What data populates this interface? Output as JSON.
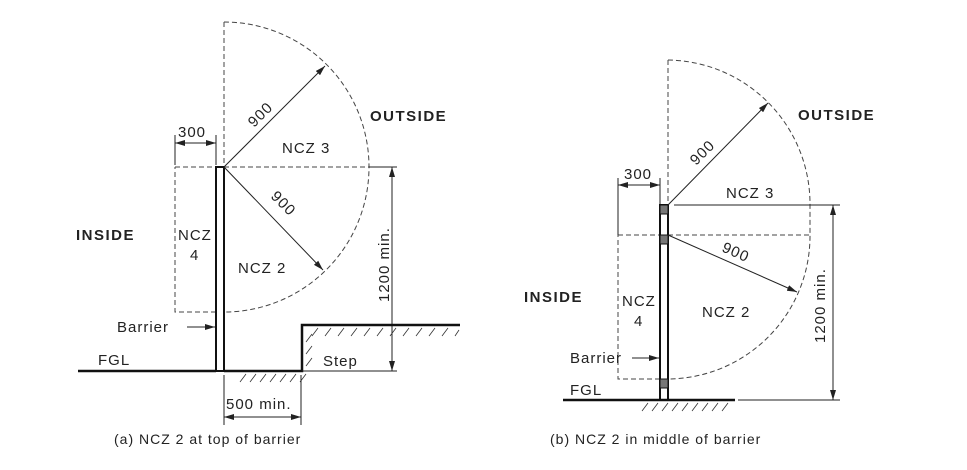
{
  "panel_a": {
    "caption": "(a) NCZ 2 at top of barrier",
    "inside": "INSIDE",
    "outside": "OUTSIDE",
    "ncz3": "NCZ 3",
    "ncz2": "NCZ 2",
    "ncz4_line1": "NCZ",
    "ncz4_line2": "4",
    "dim_300": "300",
    "radius_upper": "900",
    "radius_lower": "900",
    "height": "1200 min.",
    "step_width": "500 min.",
    "barrier": "Barrier",
    "fgl": "FGL",
    "step": "Step"
  },
  "panel_b": {
    "caption": "(b) NCZ 2 in middle of barrier",
    "inside": "INSIDE",
    "outside": "OUTSIDE",
    "ncz3": "NCZ 3",
    "ncz2": "NCZ 2",
    "ncz4_line1": "NCZ",
    "ncz4_line2": "4",
    "dim_300": "300",
    "radius_upper": "900",
    "radius_lower": "900",
    "height": "1200 min.",
    "barrier": "Barrier",
    "fgl": "FGL"
  }
}
